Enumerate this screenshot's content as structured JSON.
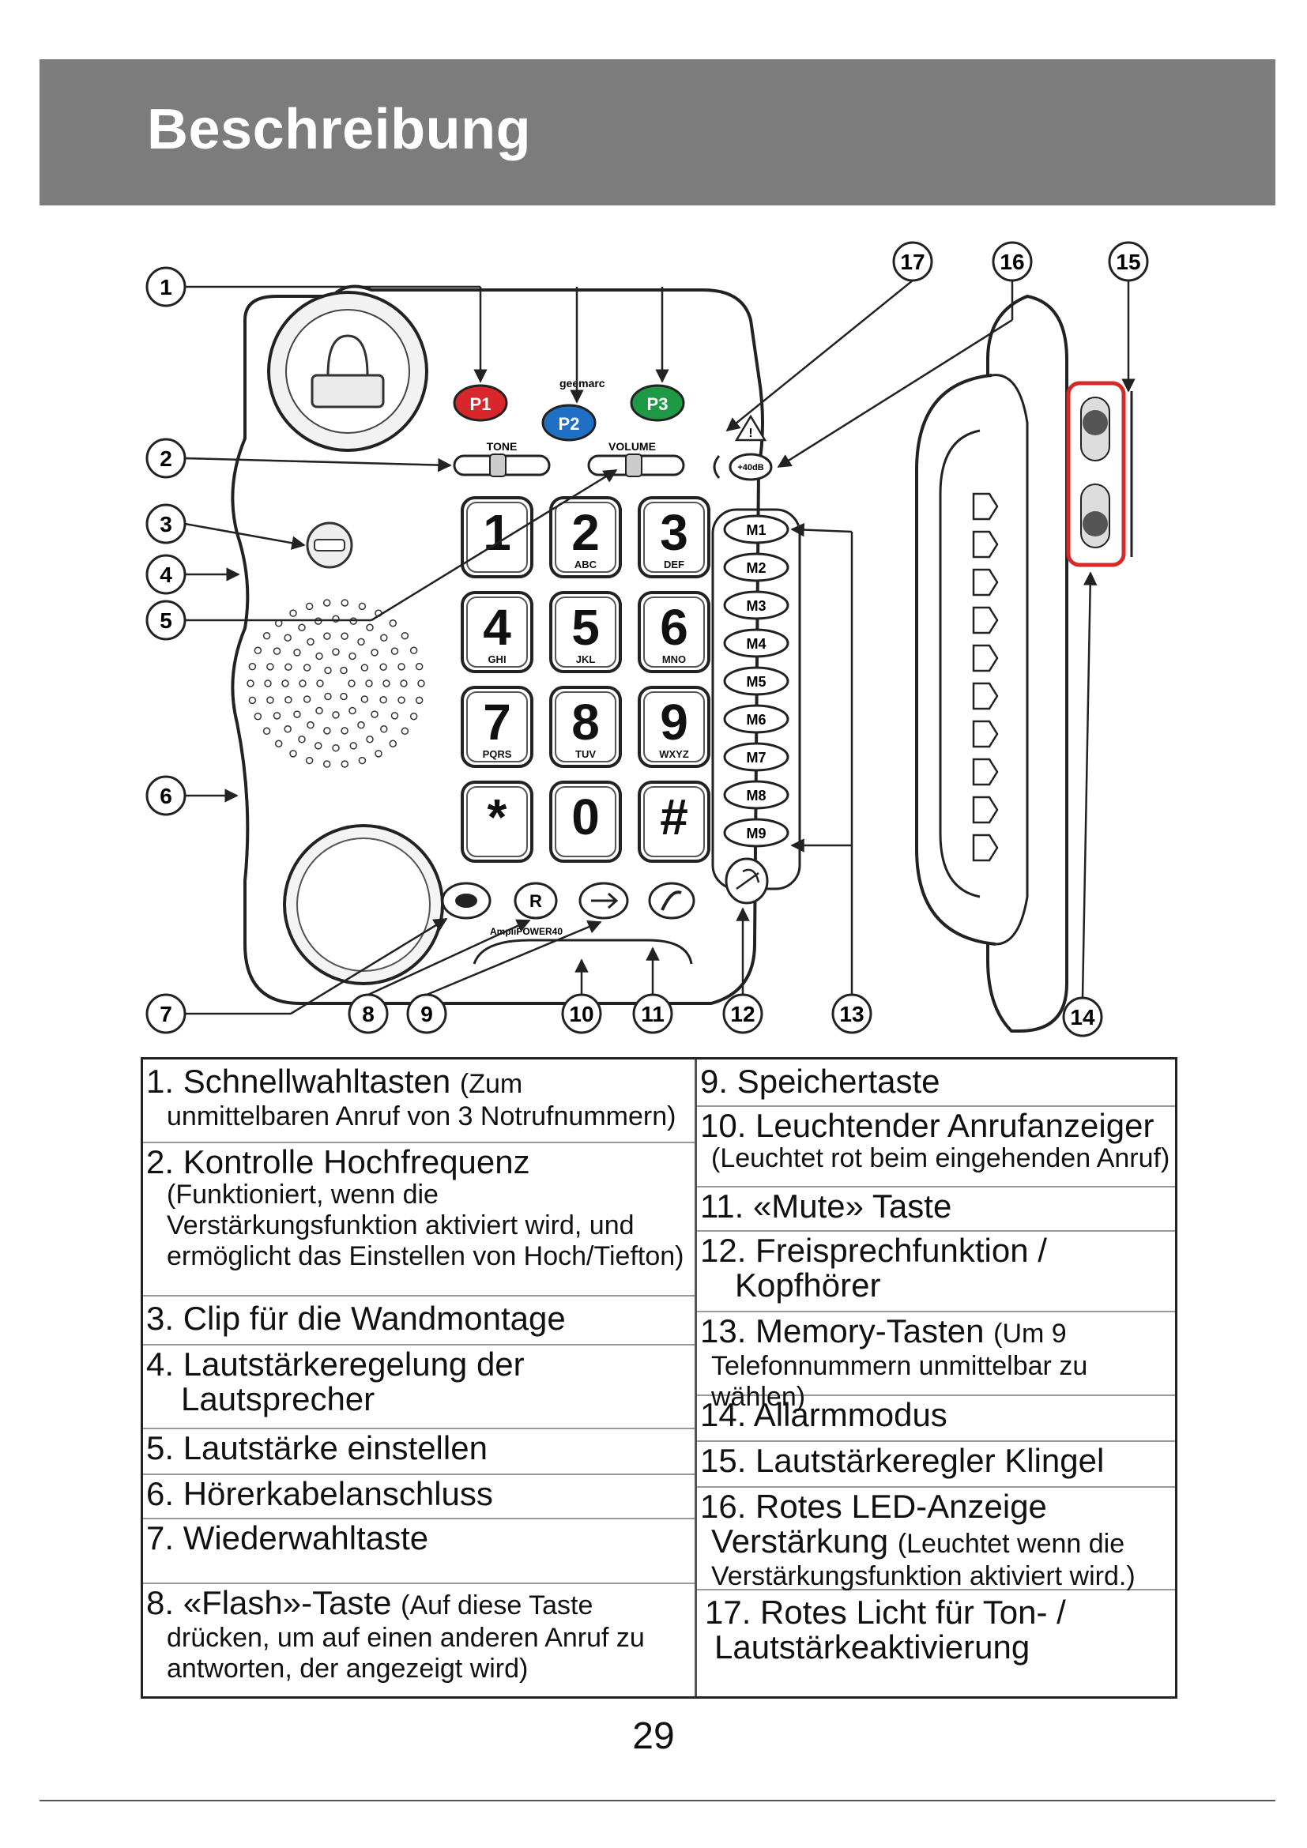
{
  "header": {
    "title": "Beschreibung"
  },
  "figure": {
    "callouts": [
      "1",
      "2",
      "3",
      "4",
      "5",
      "6",
      "7",
      "8",
      "9",
      "10",
      "11",
      "12",
      "13",
      "14",
      "15",
      "16",
      "17"
    ],
    "phone": {
      "brand": "geemarc",
      "model": "AmpliPOWER40",
      "priority_keys": [
        "P1",
        "P2",
        "P3"
      ],
      "slider_tone": "TONE",
      "slider_volume": "VOLUME",
      "boost_label": "+40dB",
      "keys": [
        {
          "digit": "1",
          "letters": ""
        },
        {
          "digit": "2",
          "letters": "ABC"
        },
        {
          "digit": "3",
          "letters": "DEF"
        },
        {
          "digit": "4",
          "letters": "GHI"
        },
        {
          "digit": "5",
          "letters": "JKL"
        },
        {
          "digit": "6",
          "letters": "MNO"
        },
        {
          "digit": "7",
          "letters": "PQRS"
        },
        {
          "digit": "8",
          "letters": "TUV"
        },
        {
          "digit": "9",
          "letters": "WXYZ"
        },
        {
          "digit": "*",
          "letters": ""
        },
        {
          "digit": "0",
          "letters": ""
        },
        {
          "digit": "#",
          "letters": ""
        }
      ],
      "memory_keys": [
        "M1",
        "M2",
        "M3",
        "M4",
        "M5",
        "M6",
        "M7",
        "M8",
        "M9"
      ],
      "r_key": "R"
    },
    "colors": {
      "p1": "#d9262c",
      "p2": "#1f6fc4",
      "p3": "#1e9a46",
      "highlight": "#d62a2a"
    }
  },
  "legend": {
    "left": [
      {
        "title": "1. Schnellwahltasten",
        "sub": "(Zum",
        "desc": "unmittelbaren Anruf von 3 Notrufnummern)"
      },
      {
        "title": "2. Kontrolle Hochfrequenz",
        "desc": "(Funktioniert, wenn die Verstärkungsfunktion aktiviert wird, und ermöglicht das Einstellen von Hoch/Tiefton)"
      },
      {
        "title": "3. Clip für die Wandmontage"
      },
      {
        "title": "4. Lautstärkeregelung der",
        "title2": "Lautsprecher"
      },
      {
        "title": "5. Lautstärke einstellen"
      },
      {
        "title": "6. Hörerkabelanschluss"
      },
      {
        "title": "7. Wiederwahltaste"
      },
      {
        "title": "8. «Flash»-Taste",
        "sub": "(Auf diese Taste",
        "desc": "drücken, um auf einen anderen Anruf zu antworten, der angezeigt wird)"
      }
    ],
    "right": [
      {
        "title": "9. Speichertaste"
      },
      {
        "title": "10. Leuchtender Anrufanzeiger",
        "desc": "(Leuchtet rot beim eingehenden Anruf)"
      },
      {
        "title": "11. «Mute» Taste"
      },
      {
        "title": "12. Freisprechfunktion /",
        "title2": "Kopfhörer"
      },
      {
        "title": "13. Memory-Tasten",
        "sub": "(Um 9",
        "desc": "Telefonnummern unmittelbar zu wählen)"
      },
      {
        "title": "14. Allarmmodus"
      },
      {
        "title": "15. Lautstärkeregler Klingel"
      },
      {
        "title": "16. Rotes LED-Anzeige",
        "title2": "Verstärkung",
        "sub2": "(Leuchtet wenn die",
        "desc": "Verstärkungsfunktion aktiviert wird.)"
      },
      {
        "title": "17. Rotes Licht für Ton- /",
        "title2": "Lautstärkeaktivierung"
      }
    ]
  },
  "footer": {
    "page_number": "29"
  }
}
